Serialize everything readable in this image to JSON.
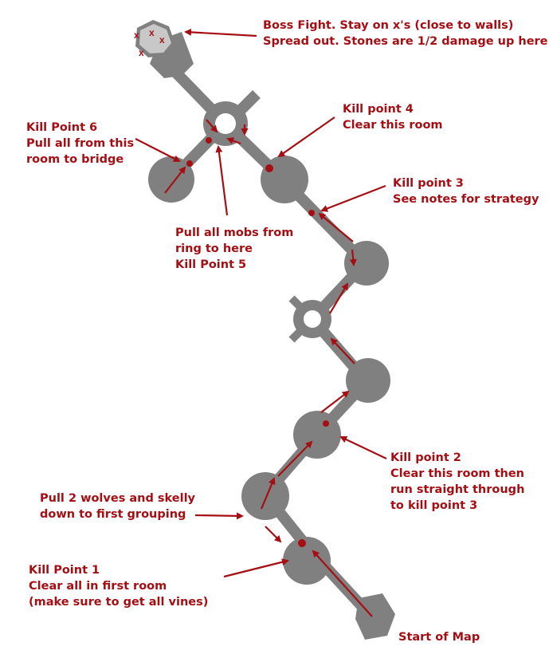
{
  "colors": {
    "annotation": "#a50f14",
    "map_floor": "#808080",
    "boss_area": "#c8c8c8",
    "background": "#ffffff"
  },
  "notes": {
    "boss": {
      "line1": "Boss Fight. Stay on x's (close to walls)",
      "line2": "Spread out. Stones are 1/2 damage up here"
    },
    "kp4": {
      "line1": "Kill point 4",
      "line2": "Clear this room"
    },
    "kp6": {
      "line1": "Kill Point 6",
      "line2": "Pull all from this",
      "line3": "room to bridge"
    },
    "kp3": {
      "line1": "Kill point 3",
      "line2": "See notes for strategy"
    },
    "kp5": {
      "line1": "Pull all mobs from",
      "line2": "ring to here",
      "line3": "Kill Point 5"
    },
    "kp2": {
      "line1": "Kill point 2",
      "line2": "Clear this room then",
      "line3": "run straight through",
      "line4": "to kill point 3"
    },
    "pull_wolves": {
      "line1": "Pull 2 wolves and skelly",
      "line2": "down to first grouping"
    },
    "kp1": {
      "line1": "Kill Point 1",
      "line2": "Clear all in first room",
      "line3": "(make sure to get all vines)"
    },
    "start": {
      "line1": "Start of Map"
    }
  },
  "boss_markers": [
    "x",
    "x",
    "x",
    "x"
  ]
}
